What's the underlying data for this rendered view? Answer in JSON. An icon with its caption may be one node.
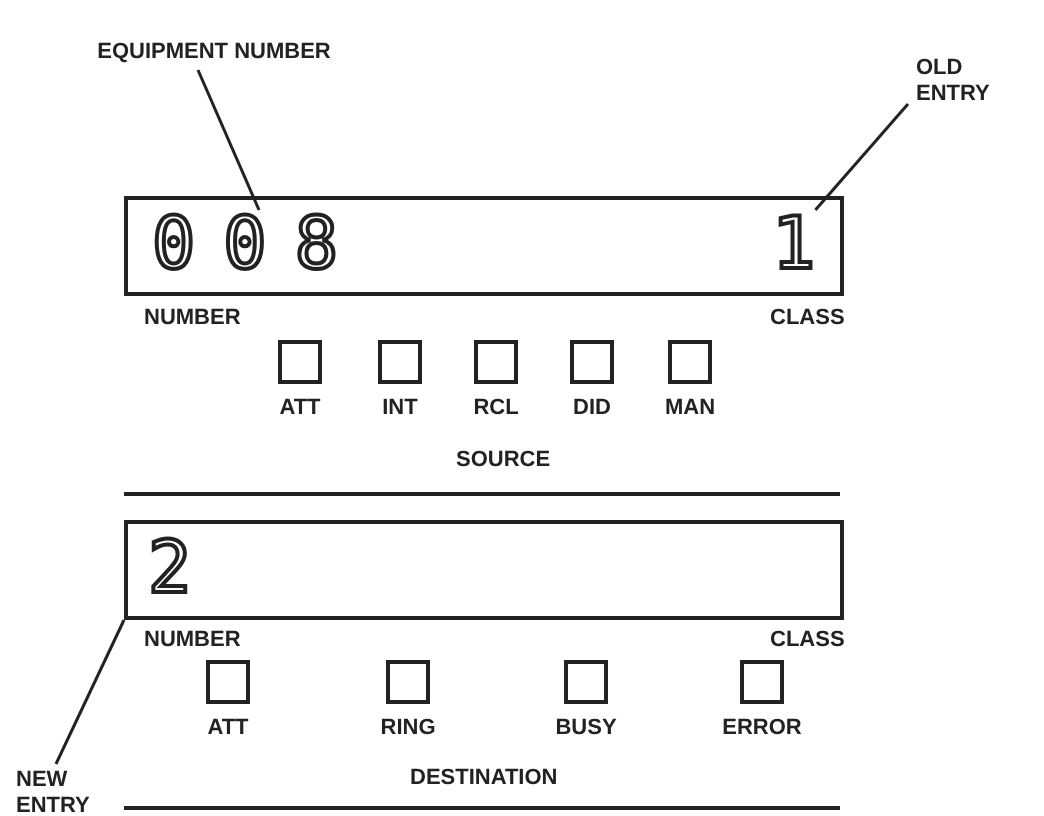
{
  "diagram": {
    "nodes": [
      {
        "text": [
          "EQUIPMENT NUMBER"
        ]
      },
      {
        "text": [],
        "shape": "box"
      },
      {
        "text": [
          "008"
        ],
        "in": 1
      },
      {
        "text": [
          "1"
        ],
        "in": 1
      },
      {
        "text": [
          "OLD ENTRY"
        ]
      },
      {
        "text": [
          "ATT"
        ]
      },
      {
        "text": [
          "INT"
        ]
      },
      {
        "text": [
          "RCL"
        ]
      },
      {
        "text": [
          "DID"
        ]
      },
      {
        "text": [
          "MAN"
        ]
      },
      {
        "text": [
          "2"
        ]
      },
      {
        "text": [
          "ATT"
        ]
      },
      {
        "text": [
          "RING"
        ]
      },
      {
        "text": [
          "BUSY"
        ]
      },
      {
        "text": [
          "ERROR"
        ]
      },
      {
        "text": [
          "NEW ENTRY"
        ]
      }
    ],
    "edges": [
      {
        "from": 0,
        "to": 2,
        "arrow": "none"
      },
      {
        "from": 4,
        "to": 3,
        "arrow": "none"
      },
      {
        "from": 15,
        "to": 10,
        "arrow": "none"
      }
    ],
    "labels": [
      "NUMBER",
      "CLASS",
      "SOURCE",
      "NUMBER",
      "CLASS",
      "DESTINATION"
    ]
  }
}
